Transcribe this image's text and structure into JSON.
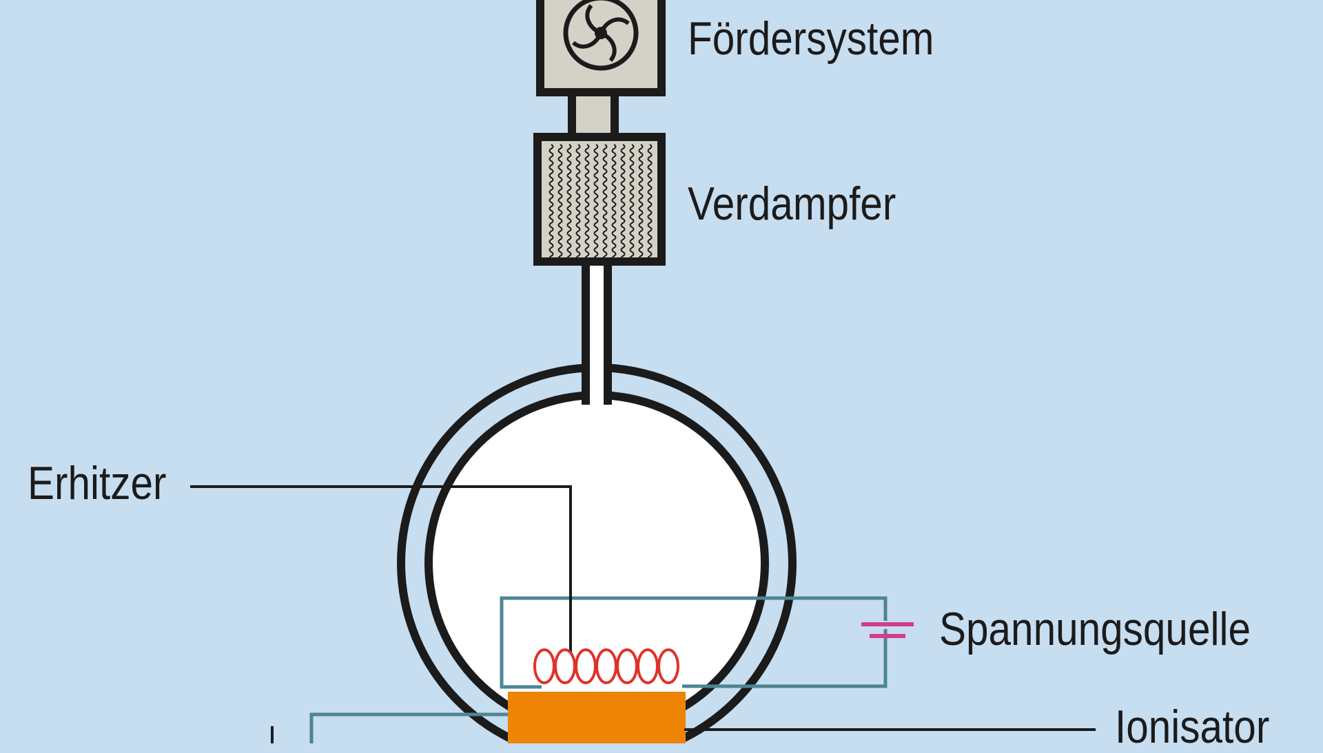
{
  "labels": {
    "conveyor": "Fördersystem",
    "evaporator": "Verdampfer",
    "heater": "Erhitzer",
    "voltage_source": "Spannungsquelle",
    "ionizer": "Ionisator"
  },
  "colors": {
    "background": "#c7ddf0",
    "frame": "#1b1b1b",
    "component_fill": "#d4d2c6",
    "sphere_inner": "#ffffff",
    "wire": "#4e8593",
    "heater_coil": "#e0322a",
    "ionizer_block": "#ee8404",
    "battery": "#d43c8c"
  },
  "icons": {
    "fan": "fan-icon",
    "battery": "battery-icon"
  }
}
